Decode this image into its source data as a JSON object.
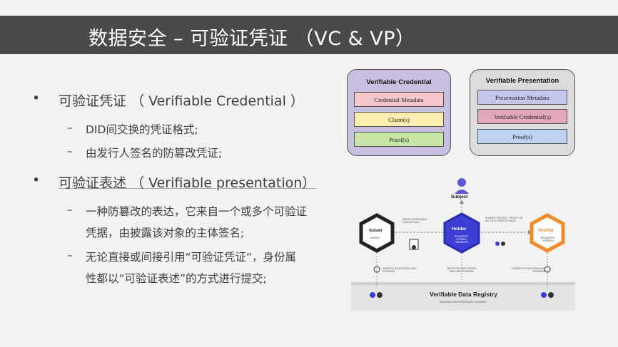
{
  "title": "数据安全 – 可验证凭证 （VC & VP）",
  "bullets": [
    {
      "bullet": "•",
      "text": "可验证凭证 （ Verifiable Credential ）",
      "subs": [
        {
          "dash": "–",
          "lines": [
            "DID间交换的凭证格式;"
          ]
        },
        {
          "dash": "–",
          "lines": [
            "由发行人签名的防篡改凭证;"
          ]
        }
      ]
    },
    {
      "bullet": "•",
      "text": "可验证表述 （ Verifiable  presentation）",
      "subs": [
        {
          "dash": "–",
          "lines": [
            "一种防篡改的表达，它来自一个或多个可验证",
            "凭据，由披露该对象的主体签名;"
          ]
        },
        {
          "dash": "–",
          "lines": [
            "无论直接或间接引用“可验证凭证”，身份属",
            "性都以“可验证表述”的方式进行提交;"
          ]
        }
      ]
    }
  ],
  "vc_card": {
    "title": "Verifiable Credential",
    "fields": [
      "Credential Metadata",
      "Claim(s)",
      "Proof(s)"
    ]
  },
  "vp_card": {
    "title": "Verifiable Presentation",
    "fields": [
      "Presentation Metadata",
      "Verifiable Credential(s)",
      "Proof(s)"
    ]
  },
  "diagram": {
    "subject": "Subject",
    "issuer": {
      "title": "Issuer",
      "sub": "ISSUES"
    },
    "holder": {
      "title": "Holder",
      "sub": "REQUESTS, STORES, PRESENTS"
    },
    "verifier": {
      "title": "Verifier",
      "sub": "REQUESTS, VERIFIES"
    },
    "edge_issue": "ISSUES VERIFIABLE CREDENTIALS",
    "edge_share": "SHARES PROOFS - PIECES OR ALL OF A CREDENTIAL(S)",
    "issuer_note": "VERIFIES IDENTIFIERS AND SCHEMAS",
    "holder_note": "REGISTER IDENTIFIERS AND USE SCHEMAS",
    "verifier_note": "VERIFIES IDENTIFIERS AND SCHEMAS",
    "registry": "Verifiable Data Registry",
    "registry_sub": "MAINTAIN IDENTIFIERS AND SCHEMAS"
  },
  "colors": {
    "title_bar": "#4a4a4a",
    "vc_bg": "#c9bfe0",
    "vp_bg": "#dcdcdc",
    "meta": "#f5c6cb",
    "claim": "#fbeeb0",
    "proof_vc": "#c9e5a8",
    "vp_meta": "#c5c6ec",
    "vp_vc": "#e3a6bc",
    "vp_proof": "#bcd3f2",
    "holder": "#3c3fd6",
    "verifier": "#f28b2a",
    "issuer": "#222222"
  }
}
